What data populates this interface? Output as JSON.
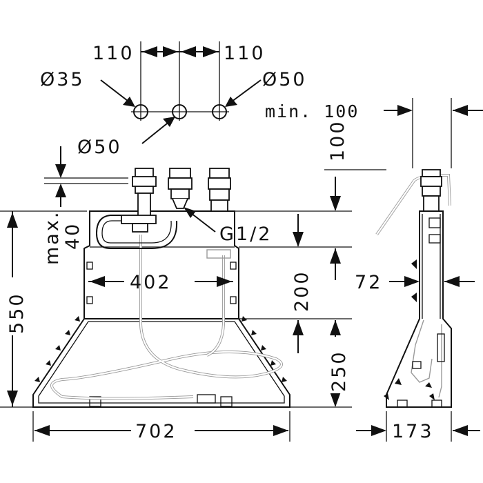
{
  "dimensions": {
    "spacing_left": "110",
    "spacing_right": "110",
    "diameter_left": "Ø35",
    "diameter_right": "Ø50",
    "diameter_center": "Ø50",
    "min_clearance": "min. 100",
    "top_clearance": "100",
    "max_height": "max.\n40",
    "thread": "G1/2",
    "inner_width": "402",
    "upper_height": "200",
    "lower_height": "250",
    "total_height": "550",
    "total_width": "702",
    "side_depth": "72",
    "side_width": "173"
  },
  "labels_split": {
    "max_line1": "max.",
    "max_line2": "40"
  }
}
